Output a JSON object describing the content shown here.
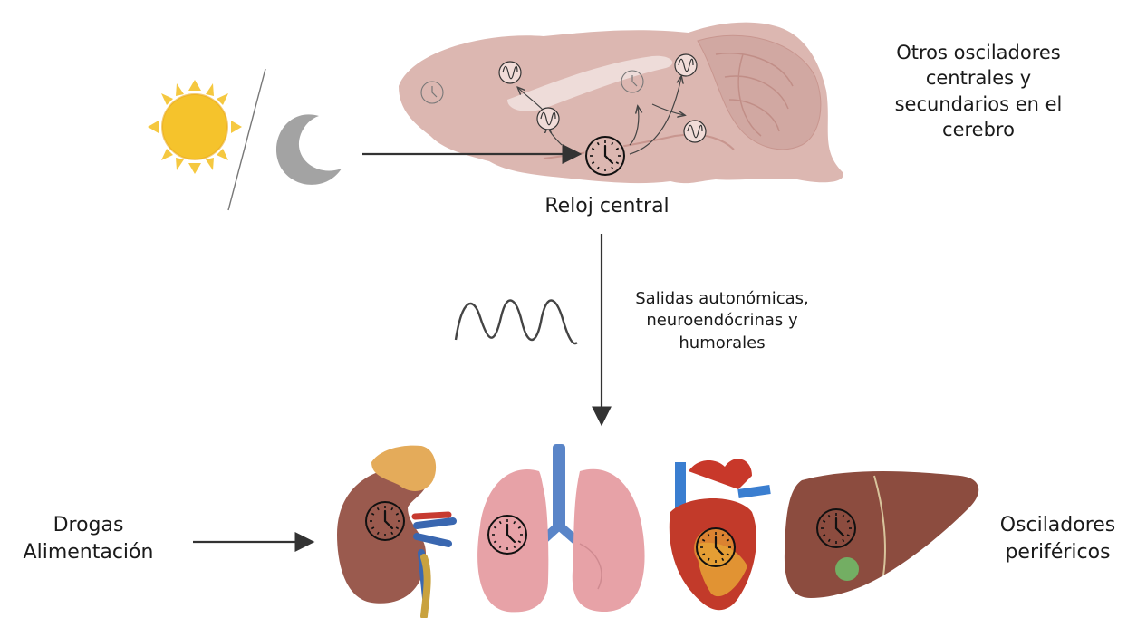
{
  "labels": {
    "other_oscillators": [
      "Otros osciladores",
      "centrales y",
      "secundarios en el",
      "cerebro"
    ],
    "central_clock": "Reloj central",
    "outputs": [
      "Salidas autonómicas,",
      "neuroendócrinas y",
      "humorales"
    ],
    "inputs": [
      "Drogas",
      "Alimentación"
    ],
    "peripheral": [
      "Osciladores",
      "periféricos"
    ]
  },
  "icons": {
    "sun": "sun-icon",
    "moon": "moon-icon",
    "brain": "brain-illustration",
    "clock": "clock-icon",
    "oscillator": "oscillator-icon",
    "wave": "wave-icon",
    "kidney": "kidney-illustration",
    "lungs": "lungs-illustration",
    "heart": "heart-illustration",
    "liver": "liver-illustration"
  },
  "colors": {
    "brain": "#d9b3ad",
    "sun": "#f5c32c",
    "moon": "#9a9a9a",
    "kidney": "#9a5a4e",
    "lungs": "#e7a2a7",
    "heart": "#c23a2a",
    "liver": "#8c4c3f"
  }
}
